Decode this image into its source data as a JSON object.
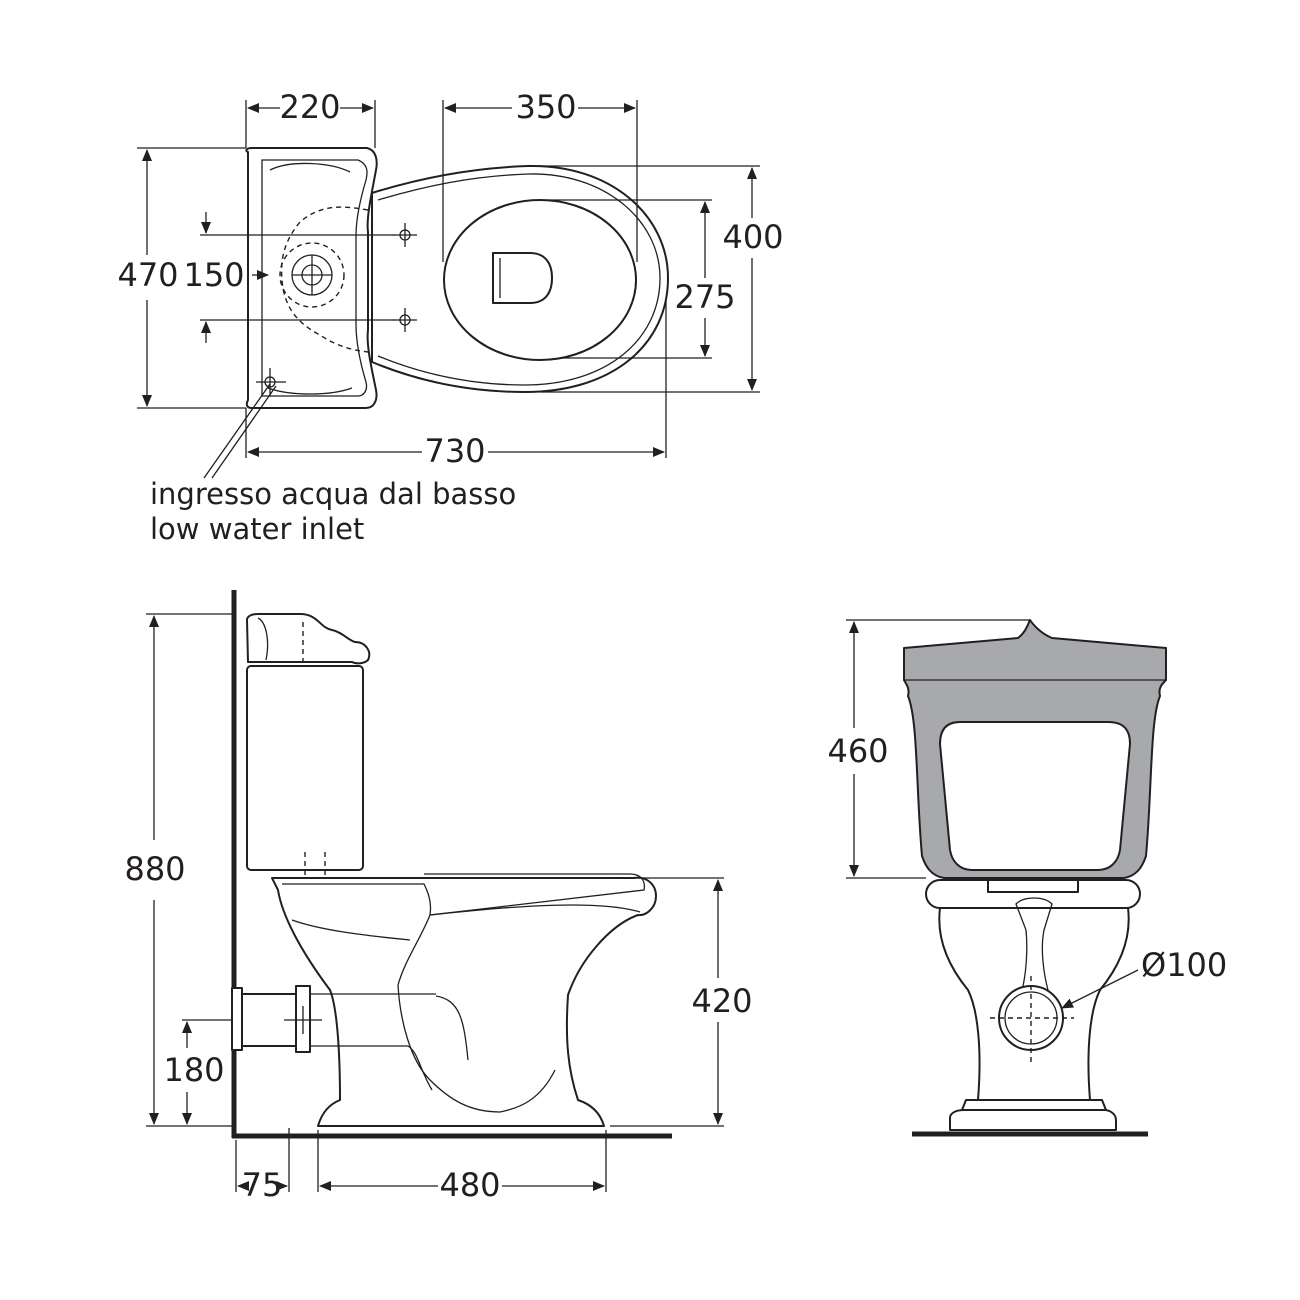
{
  "top_view": {
    "dim_width_cistern": "220",
    "dim_width_seat": "350",
    "dim_depth_total": "470",
    "dim_inlet_spacing": "150",
    "dim_bowl_width": "400",
    "dim_seat_opening": "275",
    "dim_length_total": "730",
    "note_italian": "ingresso acqua dal basso",
    "note_english": "low water inlet"
  },
  "side_view": {
    "dim_height_total": "880",
    "dim_bowl_height": "420",
    "dim_outlet_height": "180",
    "dim_wall_offset": "75",
    "dim_base_length": "480"
  },
  "front_view": {
    "dim_cistern_height": "460",
    "dim_outlet_diameter": "Ø100"
  },
  "colors": {
    "line": "#231f20",
    "cistern_fill": "#a7a9ac",
    "background": "#ffffff"
  }
}
